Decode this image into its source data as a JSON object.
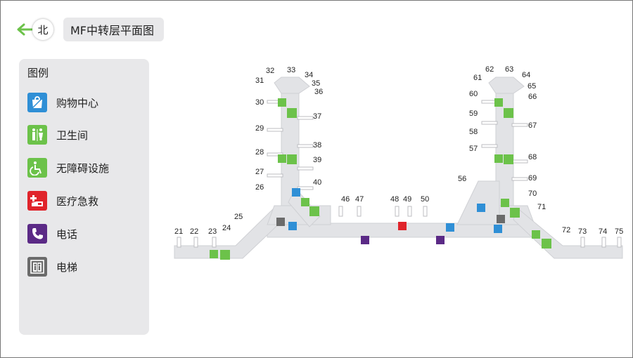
{
  "header": {
    "north_label": "北",
    "title": "MF中转层平面图"
  },
  "colors": {
    "accent_green": "#6cc24a",
    "shopping_blue": "#2f8fd6",
    "medical_red": "#e0242b",
    "phone_purple": "#5b2a86",
    "elevator_gray": "#6b6b6b",
    "terminal_floor": "#e2e3e6"
  },
  "legend": {
    "title": "图例",
    "items": [
      {
        "label": "购物中心",
        "icon": "shopping-bag-icon",
        "color": "#2f8fd6"
      },
      {
        "label": "卫生间",
        "icon": "restroom-icon",
        "color": "#6cc24a"
      },
      {
        "label": "无障碍设施",
        "icon": "wheelchair-icon",
        "color": "#6cc24a"
      },
      {
        "label": "医疗急救",
        "icon": "first-aid-icon",
        "color": "#e0242b"
      },
      {
        "label": "电话",
        "icon": "phone-icon",
        "color": "#5b2a86"
      },
      {
        "label": "电梯",
        "icon": "elevator-icon",
        "color": "#6b6b6b"
      }
    ]
  },
  "gates": [
    "21",
    "22",
    "23",
    "24",
    "25",
    "26",
    "27",
    "28",
    "29",
    "30",
    "31",
    "32",
    "33",
    "34",
    "35",
    "36",
    "37",
    "38",
    "39",
    "40",
    "46",
    "47",
    "48",
    "49",
    "50",
    "56",
    "57",
    "58",
    "59",
    "60",
    "61",
    "62",
    "63",
    "64",
    "65",
    "66",
    "67",
    "68",
    "69",
    "70",
    "71",
    "72",
    "73",
    "74",
    "75"
  ]
}
